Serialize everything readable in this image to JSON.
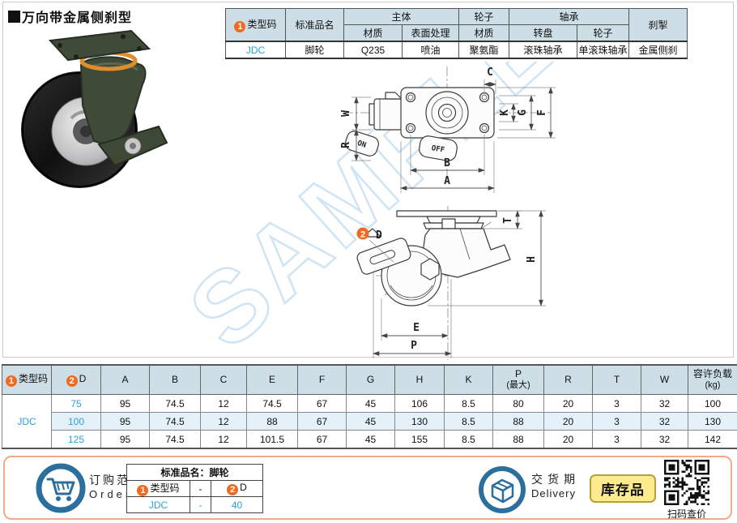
{
  "title": {
    "text": "万向带金属侧刹型"
  },
  "watermark": {
    "text": "SAMPLE"
  },
  "colors": {
    "accent_orange": "#f06a21",
    "value_blue": "#29a3dc",
    "table_header_bg": "#cddee6",
    "row_highlight_bg": "#e4f1f8",
    "footer_border": "#f4a98a",
    "stock_badge_bg": "#fdec8e",
    "stock_badge_border": "#b89f3e",
    "icon_blue": "#2a6f9e",
    "watermark_blue": "#cfe4f4"
  },
  "spec_table": {
    "headers": {
      "type_badge": "1",
      "type_code": "类型码",
      "standard_name": "标准品名",
      "body": "主体",
      "body_material": "材质",
      "surface_treatment": "表面处理",
      "wheel": "轮子",
      "wheel_material": "材质",
      "bearing": "轴承",
      "bearing_swivel": "转盘",
      "bearing_wheel": "轮子",
      "brake": "刹掣"
    },
    "values": {
      "type_code": "JDC",
      "standard_name": "脚轮",
      "body_material": "Q235",
      "surface_treatment": "喷油",
      "wheel_material": "聚氨酯",
      "bearing_swivel": "滚珠轴承",
      "bearing_wheel": "单滚珠轴承",
      "brake": "金属侧刹"
    }
  },
  "drawings": {
    "top_view": {
      "labels": {
        "c": "C",
        "w": "W",
        "r": "R",
        "k": "K",
        "g": "G",
        "f": "F",
        "b": "B",
        "a": "A"
      },
      "on": "ON",
      "off": "OFF"
    },
    "side_view": {
      "d_badge": "2",
      "d_label": "D",
      "t": "T",
      "h": "H",
      "e": "E",
      "p": "P"
    }
  },
  "dim_table": {
    "columns": [
      {
        "badge": "1",
        "label": "类型码"
      },
      {
        "badge": "2",
        "label": "D"
      },
      {
        "label": "A"
      },
      {
        "label": "B"
      },
      {
        "label": "C"
      },
      {
        "label": "E"
      },
      {
        "label": "F"
      },
      {
        "label": "G"
      },
      {
        "label": "H"
      },
      {
        "label": "K"
      },
      {
        "label": "P",
        "sub": "(最大)"
      },
      {
        "label": "R"
      },
      {
        "label": "T"
      },
      {
        "label": "W"
      },
      {
        "label": "容许负载",
        "sub": "(kg)"
      }
    ],
    "type_code": "JDC",
    "rows": [
      {
        "d": "75",
        "values": [
          "95",
          "74.5",
          "12",
          "74.5",
          "67",
          "45",
          "106",
          "8.5",
          "80",
          "20",
          "3",
          "32",
          "100"
        ],
        "highlight": false
      },
      {
        "d": "100",
        "values": [
          "95",
          "74.5",
          "12",
          "88",
          "67",
          "45",
          "130",
          "8.5",
          "88",
          "20",
          "3",
          "32",
          "130"
        ],
        "highlight": true
      },
      {
        "d": "125",
        "values": [
          "95",
          "74.5",
          "12",
          "101.5",
          "67",
          "45",
          "155",
          "8.5",
          "88",
          "20",
          "3",
          "32",
          "142"
        ],
        "highlight": false
      }
    ]
  },
  "footer": {
    "order": {
      "label_cn": "订购范例",
      "label_en": "Order",
      "table": {
        "title": "标准品名：脚轮",
        "header": {
          "badge1": "1",
          "col1": "类型码",
          "dash": "-",
          "badge2": "2",
          "col2": "D"
        },
        "values": {
          "col1": "JDC",
          "dash": "-",
          "col2": "40"
        }
      }
    },
    "delivery": {
      "label_cn": "交货期",
      "label_en": "Delivery",
      "stock_badge": "库存品",
      "qr_caption": "扫码查价"
    }
  }
}
